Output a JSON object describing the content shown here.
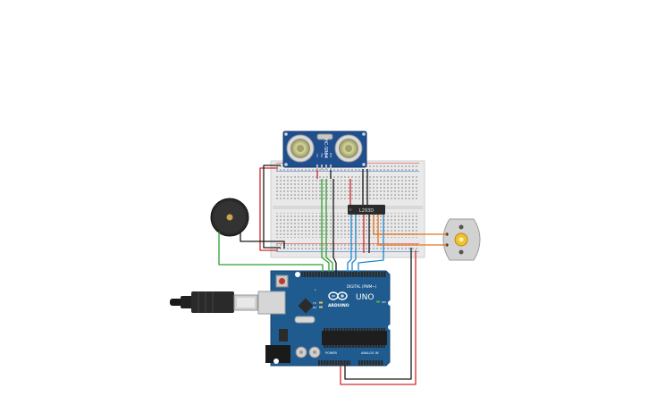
{
  "sensor": {
    "label": "HC-SR04",
    "pins": [
      "Vcc",
      "Trig",
      "Echo",
      "Gnd"
    ]
  },
  "driver": {
    "label": "L293D"
  },
  "arduino": {
    "brand": "ARDUINO",
    "model": "UNO",
    "digital_label": "DIGITAL (PWM~)",
    "power_label": "POWER",
    "analog_label": "ANALOG IN",
    "tx_label": "TX",
    "rx_label": "RX",
    "on_label": "ON",
    "l_label": "L"
  },
  "colors": {
    "wire_red": "#d42a2a",
    "wire_black": "#1a1a1a",
    "wire_green": "#2da12d",
    "wire_blue": "#1e88d0",
    "wire_orange": "#e8741c",
    "board_blue": "#1f5b8f",
    "sensor_blue": "#1f4f8f"
  }
}
